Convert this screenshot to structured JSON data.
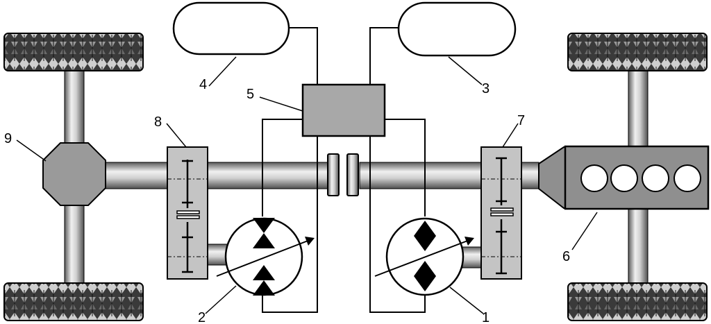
{
  "labels": {
    "l1": "1",
    "l2": "2",
    "l3": "3",
    "l4": "4",
    "l5": "5",
    "l6": "6",
    "l7": "7",
    "l8": "8",
    "l9": "9"
  },
  "colors": {
    "stroke": "#000000",
    "box_fill": "#a8a8a8",
    "engine_fill": "#8f8f8f",
    "hub_fill": "#9a9a9a",
    "tire_dark": "#2a2a2a",
    "tire_mid": "#7a7a7a"
  },
  "icons": [
    "tire-icon",
    "hydraulic-pump-icon",
    "hydraulic-motor-icon",
    "accumulator-icon",
    "engine-icon",
    "gearbox-icon",
    "differential-icon",
    "clutch-icon"
  ]
}
